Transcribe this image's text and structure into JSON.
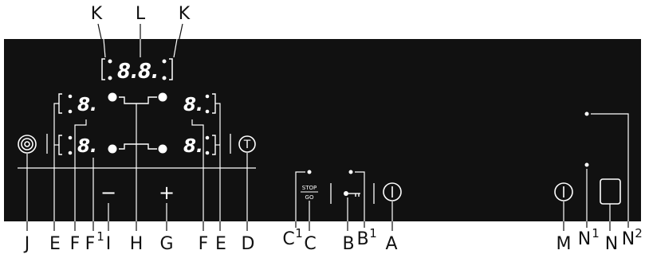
{
  "callouts": {
    "K_left": "K",
    "L": "L",
    "K_right": "K",
    "J": "J",
    "E_left": "E",
    "F_left": "F",
    "F1_main": "F",
    "F1_sub": "1",
    "I": "I",
    "H": "H",
    "G": "G",
    "F_right": "F",
    "E_right": "E",
    "D": "D",
    "C1_main": "C",
    "C1_sub": "1",
    "C": "C",
    "B": "B",
    "B1_main": "B",
    "B1_sub": "1",
    "A": "A",
    "M": "M",
    "N1_main": "N",
    "N1_sub": "1",
    "N": "N",
    "N2_main": "N",
    "N2_sub": "2"
  },
  "panel": {
    "timer_display": "8.8.",
    "zone_digit": "8.",
    "minus_label": "−",
    "plus_label": "+",
    "stop_label": "STOP",
    "go_label": "GO",
    "timer_button_label": "T",
    "icons": [
      "multi-ring-icon",
      "key-icon",
      "power-icon",
      "timer-icon",
      "zone-link-icon"
    ],
    "colors": {
      "panel": "#111111",
      "glyph": "#ffffff",
      "leader": "#111111"
    }
  }
}
